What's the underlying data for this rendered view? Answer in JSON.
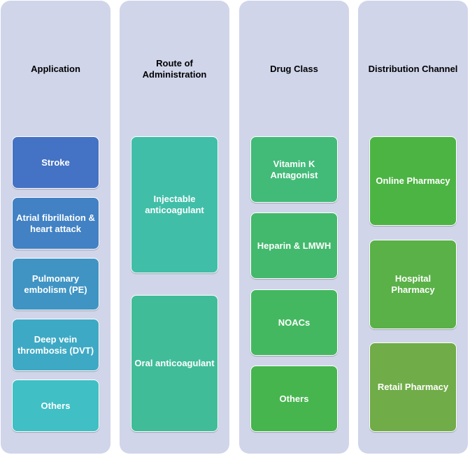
{
  "columns": [
    {
      "title": "Application",
      "items": [
        {
          "label": "Stroke",
          "color": "#4472c4"
        },
        {
          "label": "Atrial fibrillation & heart attack",
          "color": "#4181c4"
        },
        {
          "label": "Pulmonary embolism (PE)",
          "color": "#3f94c4"
        },
        {
          "label": "Deep vein thrombosis (DVT)",
          "color": "#3ea9c4"
        },
        {
          "label": "Others",
          "color": "#40bfc4"
        }
      ]
    },
    {
      "title": "Route of Administration",
      "items": [
        {
          "label": "Injectable anticoagulant",
          "color": "#40bea8"
        },
        {
          "label": "Oral anticoagulant",
          "color": "#41bc98"
        }
      ]
    },
    {
      "title": "Drug Class",
      "items": [
        {
          "label": "Vitamin K Antagonist",
          "color": "#42bb78"
        },
        {
          "label": "Heparin & LMWH",
          "color": "#42b96c"
        },
        {
          "label": "NOACs",
          "color": "#44b860"
        },
        {
          "label": "Others",
          "color": "#46b54e"
        }
      ]
    },
    {
      "title": "Distribution Channel",
      "items": [
        {
          "label": "Online Pharmacy",
          "color": "#4cb443"
        },
        {
          "label": "Hospital Pharmacy",
          "color": "#5ab147"
        },
        {
          "label": "Retail Pharmacy",
          "color": "#70ac48"
        }
      ]
    }
  ]
}
